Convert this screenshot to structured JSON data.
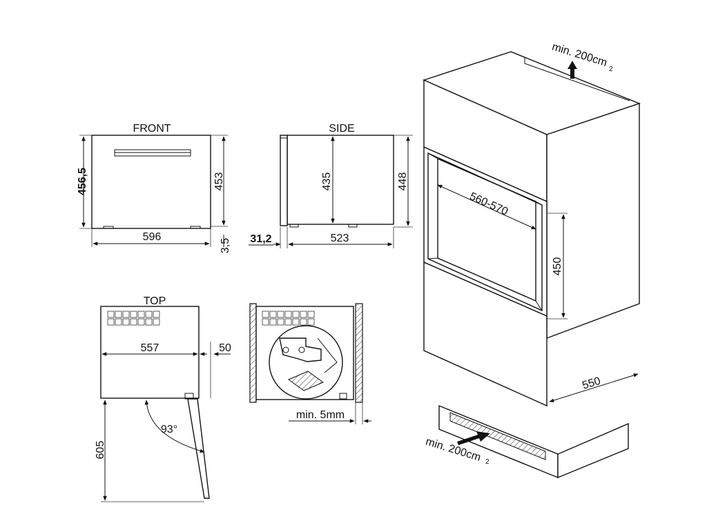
{
  "views": {
    "front": {
      "label": "FRONT",
      "dim_height_total": "456,5",
      "dim_height": "453",
      "dim_width": "596",
      "dim_foot": "3,5"
    },
    "side": {
      "label": "SIDE",
      "dim_inner_height": "435",
      "dim_height": "448",
      "dim_panel": "31,2",
      "dim_depth": "523"
    },
    "top": {
      "label": "TOP",
      "dim_width": "557",
      "dim_offset": "50",
      "dim_door_depth": "605",
      "angle": "93°"
    },
    "detail": {
      "gap_label": "min. 5mm"
    },
    "installation": {
      "vent_top": "min. 200cm",
      "vent_top_sup": "2",
      "opening_width": "560-570",
      "opening_height": "450",
      "cabinet_depth": "550",
      "vent_bottom": "min. 200cm",
      "vent_bottom_sup": "2"
    }
  }
}
